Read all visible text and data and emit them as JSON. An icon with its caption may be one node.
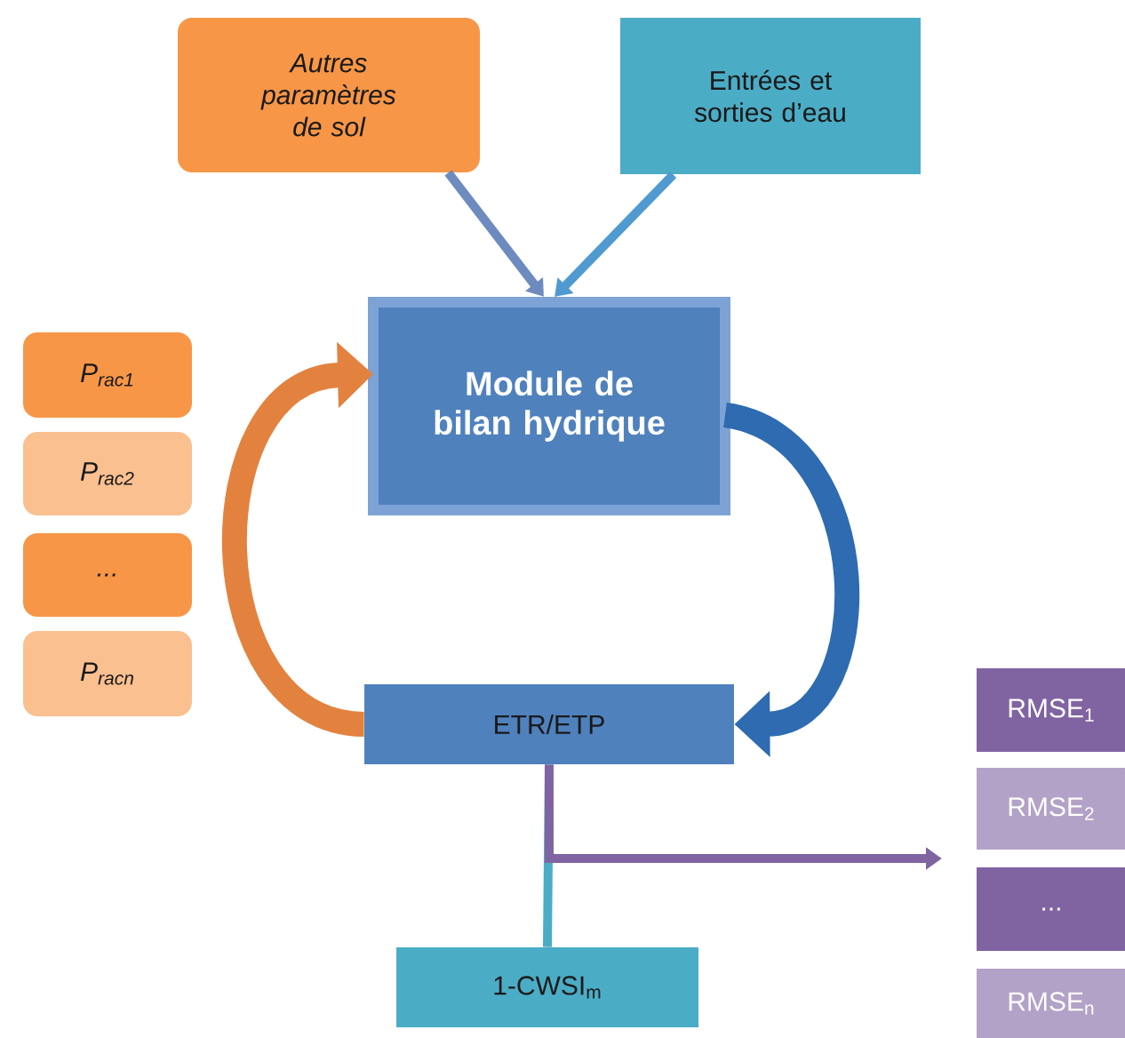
{
  "diagram": {
    "nodes": [
      {
        "text": [
          "Autres paramètres de sol"
        ]
      },
      {
        "text": [
          "Entrées et sorties d’eau"
        ]
      },
      {
        "text": [
          "Module de bilan hydrique"
        ]
      },
      {
        "text": [
          "ETR/ETP"
        ]
      },
      {
        "text": [
          "1-CWSI$_{m}$"
        ]
      },
      {
        "text": [
          "P$_{rac1}$"
        ]
      },
      {
        "text": [
          "P$_{rac2}$"
        ]
      },
      {
        "text": [
          "..."
        ]
      },
      {
        "text": [
          "P$_{racn}$"
        ]
      },
      {
        "text": [
          "RMSE$_{1}$"
        ]
      },
      {
        "text": [
          "RMSE$_{2}$"
        ]
      },
      {
        "text": [
          "..."
        ]
      },
      {
        "text": [
          "RMSE$_{n}$"
        ]
      }
    ],
    "edges": [
      {
        "from": 0,
        "to": 2,
        "arrow": "to",
        "color": "#6d8bbf"
      },
      {
        "from": 1,
        "to": 2,
        "arrow": "to",
        "color": "#4f9ad0"
      },
      {
        "from": 2,
        "to": 3,
        "arrow": "to",
        "style": "thick",
        "color": "#2e6bb0"
      },
      {
        "from": 3,
        "to": 2,
        "arrow": "to",
        "style": "thick",
        "color": "#e3823e"
      },
      {
        "from": 3,
        "to": 4,
        "arrow": "none",
        "color": "#4bacc6"
      },
      {
        "from": 3,
        "to": null,
        "arrow": "to",
        "color": "#8064a2"
      }
    ]
  }
}
